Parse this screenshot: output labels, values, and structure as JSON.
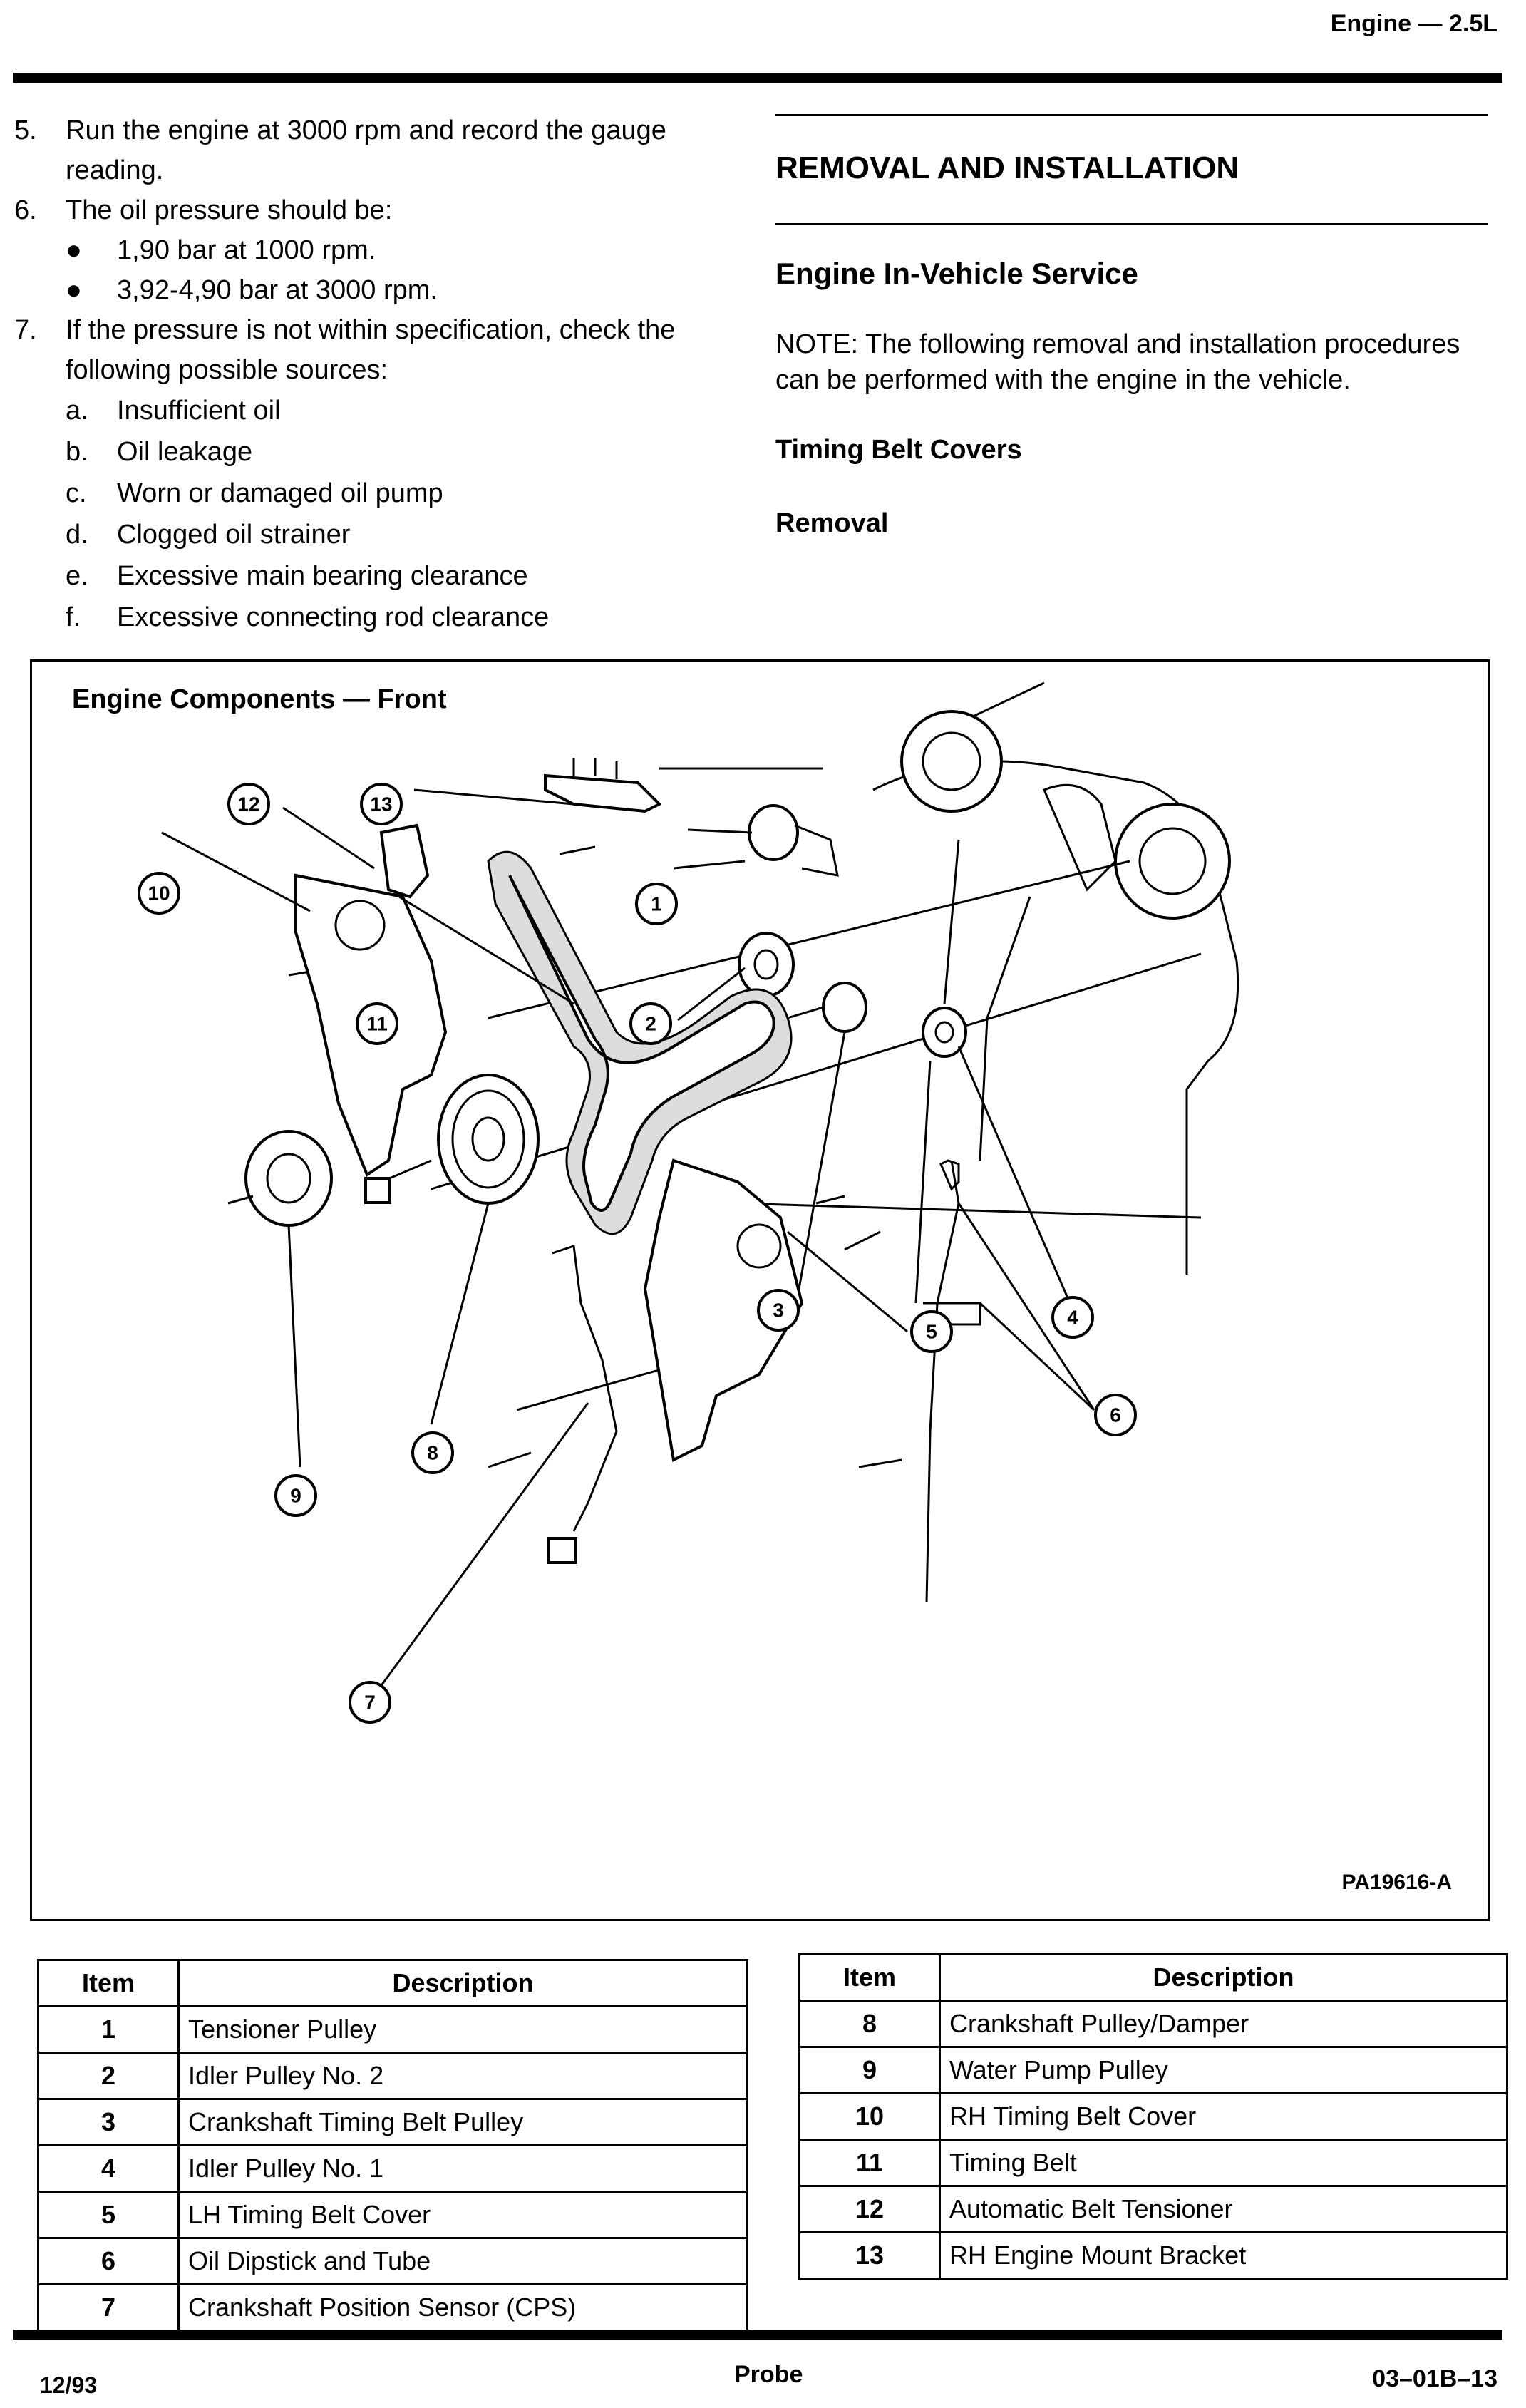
{
  "header": {
    "title": "Engine — 2.5L"
  },
  "left_column": {
    "steps": [
      {
        "num": "5.",
        "text": "Run the engine at 3000 rpm and record the gauge reading."
      },
      {
        "num": "6.",
        "text": "The oil pressure should be:"
      },
      {
        "num": "7.",
        "text": "If the pressure is not within specification, check the following possible sources:"
      }
    ],
    "bullets": [
      "1,90 bar at 1000 rpm.",
      "3,92-4,90 bar at 3000 rpm."
    ],
    "sources": [
      {
        "letter": "a.",
        "text": "Insufficient oil"
      },
      {
        "letter": "b.",
        "text": "Oil leakage"
      },
      {
        "letter": "c.",
        "text": "Worn or damaged oil pump"
      },
      {
        "letter": "d.",
        "text": "Clogged oil strainer"
      },
      {
        "letter": "e.",
        "text": "Excessive main bearing clearance"
      },
      {
        "letter": "f.",
        "text": "Excessive connecting rod clearance"
      }
    ]
  },
  "right_column": {
    "heading": "REMOVAL AND INSTALLATION",
    "subheading": "Engine In-Vehicle Service",
    "note": "NOTE: The following removal and installation procedures can be performed with the engine in the vehicle.",
    "section": "Timing Belt Covers",
    "subsection": "Removal"
  },
  "figure": {
    "title": "Engine Components — Front",
    "id": "PA19616-A",
    "callouts": [
      "1",
      "2",
      "3",
      "4",
      "5",
      "6",
      "7",
      "8",
      "9",
      "10",
      "11",
      "12",
      "13"
    ]
  },
  "table_left": {
    "headers": [
      "Item",
      "Description"
    ],
    "rows": [
      [
        "1",
        "Tensioner Pulley"
      ],
      [
        "2",
        "Idler Pulley No. 2"
      ],
      [
        "3",
        "Crankshaft Timing Belt Pulley"
      ],
      [
        "4",
        "Idler Pulley No. 1"
      ],
      [
        "5",
        "LH Timing Belt Cover"
      ],
      [
        "6",
        "Oil Dipstick and Tube"
      ],
      [
        "7",
        "Crankshaft Position Sensor (CPS)"
      ]
    ]
  },
  "table_right": {
    "headers": [
      "Item",
      "Description"
    ],
    "rows": [
      [
        "8",
        "Crankshaft Pulley/Damper"
      ],
      [
        "9",
        "Water Pump Pulley"
      ],
      [
        "10",
        "RH Timing Belt Cover"
      ],
      [
        "11",
        "Timing Belt"
      ],
      [
        "12",
        "Automatic Belt Tensioner"
      ],
      [
        "13",
        "RH Engine Mount Bracket"
      ]
    ]
  },
  "footer": {
    "date": "12/93",
    "model": "Probe",
    "page": "03–01B–13"
  }
}
